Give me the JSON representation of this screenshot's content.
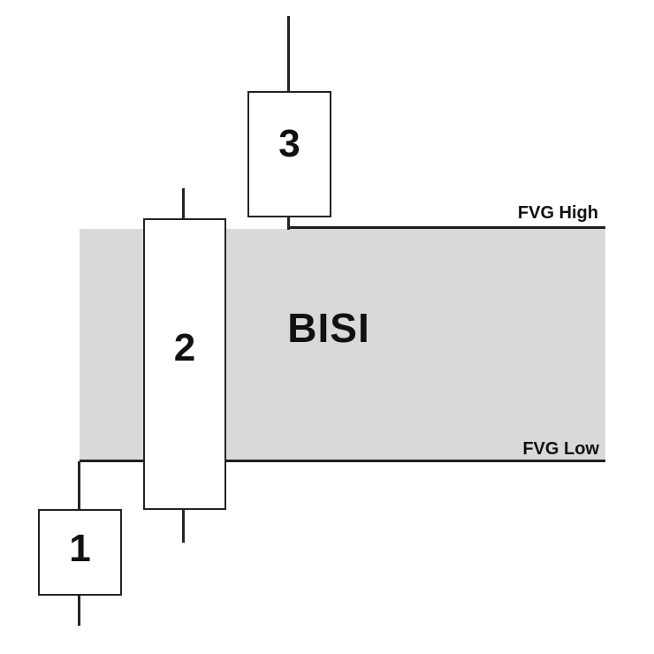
{
  "zone": {
    "label": "BISI",
    "high_label": "FVG High",
    "low_label": "FVG Low"
  },
  "candles": [
    {
      "label": "1"
    },
    {
      "label": "2"
    },
    {
      "label": "3"
    }
  ],
  "colors": {
    "background": "#ffffff",
    "zone_fill": "#d9d9d9",
    "line": "#1f1f1f",
    "candle_border": "#242424",
    "candle_fill": "#ffffff",
    "text": "#111111"
  }
}
